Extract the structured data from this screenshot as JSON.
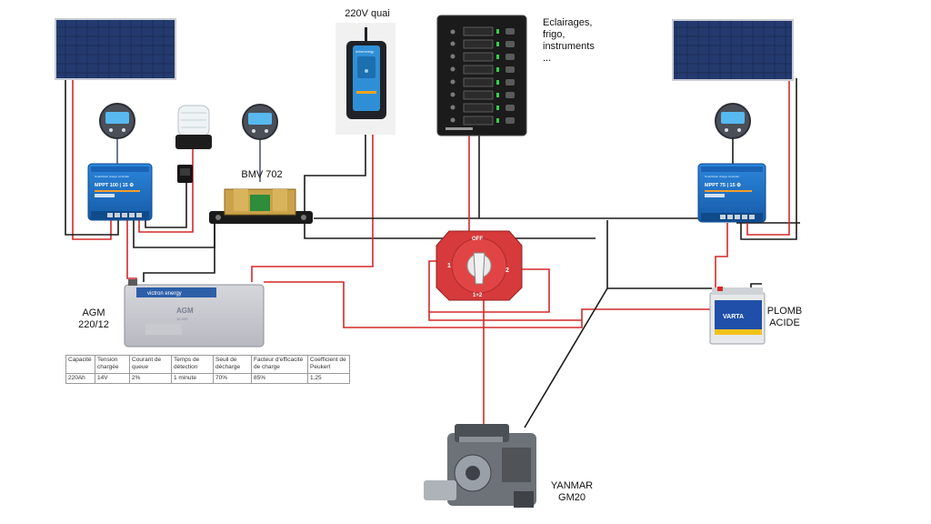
{
  "labels": {
    "quai": "220V quai",
    "bmv": "BMV 702",
    "loads": [
      "Eclairages,",
      "frigo,",
      "instruments",
      "..."
    ],
    "agm": [
      "AGM",
      "220/12"
    ],
    "plomb": [
      "PLOMB",
      "ACIDE"
    ],
    "engine": [
      "YANMAR",
      "GM20"
    ],
    "switch_off": "OFF",
    "switch_pos1": "1",
    "switch_pos2": "2",
    "switch_both": "1+2"
  },
  "devices": {
    "mppt_left": "MPPT 100 | 15 ⚙",
    "mppt_right": "MPPT 75 | 15 ⚙",
    "mppt_brand": "SmartSolar charge controller",
    "agm_brand": "victron energy",
    "agm_model": "AGM",
    "agm_sub": "12-220",
    "varta": "VARTA",
    "charger_brand": "victron energy"
  },
  "table": {
    "headers": [
      "Capacité",
      "Tension chargée",
      "Courant de queue",
      "Temps de détection",
      "Seuil de décharge",
      "Facteur d'efficacité de charge",
      "Coefficient de Peukert"
    ],
    "row": [
      "220Ah",
      "14V",
      "2%",
      "1 minute",
      "70%",
      "85%",
      "1,25"
    ]
  },
  "colors": {
    "wire_red": "#d42a2a",
    "wire_black": "#1a1a1a",
    "victron_blue": "#1f6fc4",
    "panel_blue": "#1b2d55",
    "switch_red": "#d63a3a"
  }
}
